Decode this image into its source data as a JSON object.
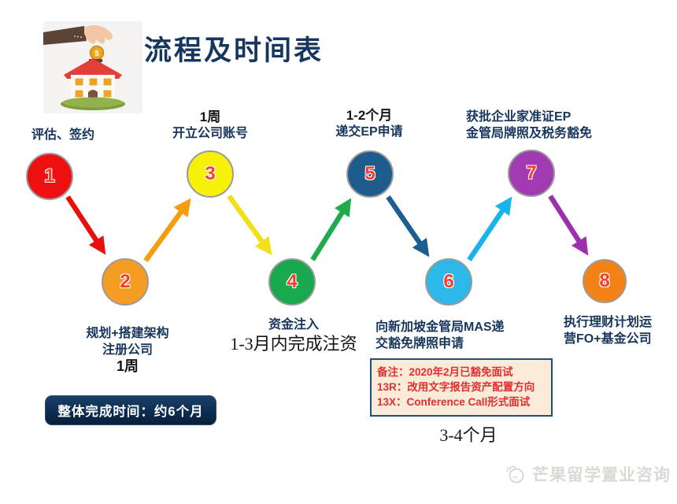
{
  "title": "流程及时间表",
  "header_icon": "hand-dropping-coin-into-house-illustration",
  "steps": [
    {
      "num": "1",
      "circle_color": "#ee1010",
      "labels": [
        "评估、签约"
      ]
    },
    {
      "num": "2",
      "circle_color": "#f59c23",
      "labels": [
        "规划+搭建架构",
        "注册公司",
        "1周"
      ]
    },
    {
      "num": "3",
      "circle_color": "#f7f109",
      "labels": [
        "1周",
        "开立公司账号"
      ]
    },
    {
      "num": "4",
      "circle_color": "#18a84e",
      "labels": [
        "资金注入",
        "1-3月内完成注资"
      ]
    },
    {
      "num": "5",
      "circle_color": "#1d5c8c",
      "labels": [
        "1-2个月",
        "递交EP申请"
      ]
    },
    {
      "num": "6",
      "circle_color": "#2cb9e9",
      "labels": [
        "向新加坡金管局MAS递",
        "交豁免牌照申请"
      ]
    },
    {
      "num": "7",
      "circle_color": "#a23ab4",
      "labels": [
        "获批企业家准证EP",
        "金管局牌照及税务豁免"
      ]
    },
    {
      "num": "8",
      "circle_color": "#f58216",
      "labels": [
        "执行理财计划运",
        "营FO+基金公司"
      ]
    }
  ],
  "arrows": [
    {
      "from": "1",
      "to": "2",
      "color": "#e90f0b"
    },
    {
      "from": "2",
      "to": "3",
      "color": "#f59d0e"
    },
    {
      "from": "3",
      "to": "4",
      "color": "#f0e11a"
    },
    {
      "from": "4",
      "to": "5",
      "color": "#1faa4b"
    },
    {
      "from": "5",
      "to": "6",
      "color": "#1b5e8f"
    },
    {
      "from": "6",
      "to": "7",
      "color": "#19b4ea"
    },
    {
      "from": "7",
      "to": "8",
      "color": "#9b2fae"
    }
  ],
  "note_box": {
    "lines": [
      "备注：2020年2月已豁免面试",
      "13R：改用文字报告资产配置方向",
      "13X：Conference Call形式面试"
    ]
  },
  "stage_duration": "3-4个月",
  "total_time": "整体完成时间：约6个月",
  "watermark": "芒果留学置业咨询",
  "colors": {
    "title": "#17365d",
    "step_label": "#17365d",
    "time_label": "#141414",
    "number": "#fa3c2e",
    "circle_border": "#9b9b9b",
    "note_text": "#e03030",
    "note_bg": "#fcebd9",
    "note_border": "#1f4e79",
    "total_box_bg": "#0e3055",
    "watermark_gray": "#dcd9d4"
  }
}
